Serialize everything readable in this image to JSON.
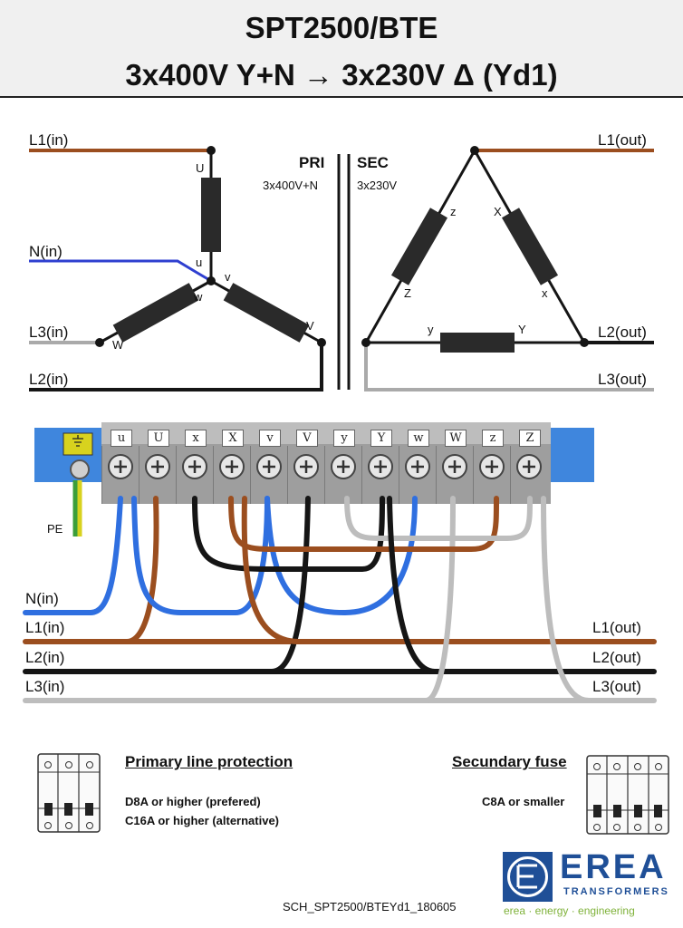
{
  "title": {
    "line1": "SPT2500/BTE",
    "line2": "3x400V Y+N → 3x230V Δ  (Yd1)"
  },
  "primary": {
    "label": "PRI",
    "voltage": "3x400V+N",
    "inputs": {
      "l1": "L1(in)",
      "n": "N(in)",
      "l3": "L3(in)",
      "l2": "L2(in)"
    },
    "winding_labels": {
      "U": "U",
      "u": "u",
      "v": "v",
      "V": "V",
      "w": "w",
      "W": "W"
    }
  },
  "secondary": {
    "label": "SEC",
    "voltage": "3x230V",
    "outputs": {
      "l1": "L1(out)",
      "l2": "L2(out)",
      "l3": "L3(out)"
    },
    "winding_labels": {
      "z": "z",
      "X": "X",
      "Z": "Z",
      "x": "x",
      "y": "y",
      "Y": "Y"
    }
  },
  "terminal_block": {
    "terminals": [
      "u",
      "U",
      "x",
      "X",
      "v",
      "V",
      "y",
      "Y",
      "w",
      "W",
      "z",
      "Z"
    ],
    "pe_label": "PE"
  },
  "wiring": {
    "left": [
      "N(in)",
      "L1(in)",
      "L2(in)",
      "L3(in)"
    ],
    "right": [
      "L1(out)",
      "L2(out)",
      "L3(out)"
    ]
  },
  "protection": {
    "primary_title": "Primary line protection",
    "primary_line1": "D8A or higher (prefered)",
    "primary_line2": "C16A or higher (alternative)",
    "secondary_title": "Secundary fuse",
    "secondary_line1": "C8A or smaller"
  },
  "logo": {
    "name": "EREA",
    "sub": "TRANSFORMERS",
    "tagline": "erea · energy · engineering"
  },
  "doc_ref": "SCH_SPT2500/BTEYd1_180605",
  "colors": {
    "brown": "#9b4e1f",
    "blue": "#2f6fe0",
    "black": "#151515",
    "grey": "#b9b9b9",
    "rail_blue": "#3f86dd",
    "earth_yellow": "#d8d21e",
    "earth_green": "#3c9e3a",
    "logo_blue": "#1f4f97",
    "logo_green": "#7fb23a"
  }
}
